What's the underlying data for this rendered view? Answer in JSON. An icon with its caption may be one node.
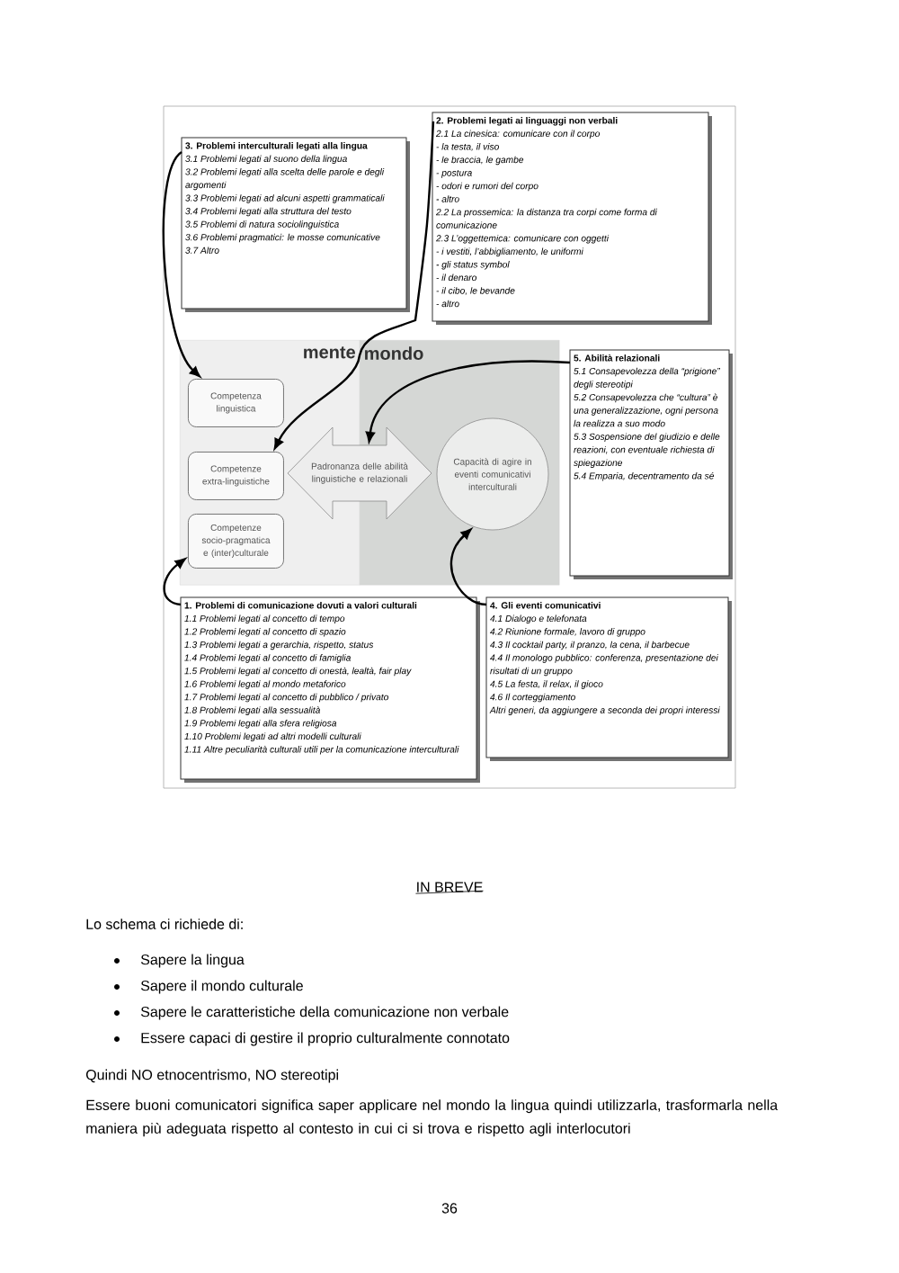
{
  "diagram": {
    "nodes": [
      {
        "text": [
          "3. Problemi interculturali legati alla lingua",
          "3.1 Problemi legati al suono della lingua",
          "3.2 Problemi legati alla scelta delle parole e degli argomenti",
          "3.3 Problemi legati ad alcuni aspetti grammaticali",
          "3.4 Problemi legati alla struttura del testo",
          "3.5 Problemi di natura sociolinguistica",
          "3.6 Problemi pragmatici: le mosse comunicative",
          "3.7 Altro"
        ]
      },
      {
        "text": [
          "2. Problemi legati ai linguaggi non verbali",
          "2.1 La cinesica: comunicare con il corpo",
          "- la testa, il viso",
          "- le braccia, le gambe",
          "- postura",
          "- odori e rumori del corpo",
          "- altro",
          "2.2 La prossemica: la distanza tra corpi come forma di comunicazione",
          "2.3 L’oggettemica: comunicare con oggetti",
          "- i vestiti, l’abbigliamento, le uniformi",
          "- gli status symbol",
          "- il denaro",
          "- il cibo, le bevande",
          "- altro"
        ]
      },
      {
        "text": [
          "mente"
        ]
      },
      {
        "text": [
          "mondo"
        ]
      },
      {
        "text": [
          "Competenza linguistica"
        ],
        "in": 2
      },
      {
        "text": [
          "Competenze extra-linguistiche"
        ],
        "in": 2
      },
      {
        "text": [
          "Competenze socio-pragmatica e (inter)culturale"
        ],
        "in": 2
      },
      {
        "text": [
          "Padronanza delle abilità linguistiche e relazionali"
        ]
      },
      {
        "text": [
          "Capacità di agire in eventi comunicativi interculturali"
        ],
        "in": 3
      },
      {
        "text": [
          "5. Abilità relazionali",
          "5.1 Consapevolezza della “prigione” degli stereotipi",
          "5.2 Consapevolezza che “cultura” è una generalizzazione, ogni persona la realizza a suo modo",
          "5.3 Sospensione del giudizio e delle reazioni, con eventuale richiesta di spiegazione",
          "5.4 Emparia, decentramento da sé"
        ]
      },
      {
        "text": [
          "1. Problemi di comunicazione dovuti a valori culturali",
          "1.1 Problemi legati al concetto di tempo",
          "1.2 Problemi legati al concetto di spazio",
          "1.3 Problemi legati a gerarchia, rispetto, status",
          "1.4 Problemi legati al concetto di famiglia",
          "1.5 Problemi legati al concetto di onestà, lealtà, fair play",
          "1.6 Problemi legati al mondo metaforico",
          "1.7 Problemi legati al concetto di pubblico / privato",
          "1.8 Problemi legati alla sessualità",
          "1.9 Problemi legati alla sfera religiosa",
          "1.10 Problemi legati ad altri modelli culturali",
          "1.11 Altre peculiarità culturali utili per la comunicazione interculturali"
        ]
      },
      {
        "text": [
          "4. Gli eventi comunicativi",
          "4.1 Dialogo e telefonata",
          "4.2 Riunione formale, lavoro di gruppo",
          "4.3 Il cocktail party, il pranzo, la cena, il barbecue",
          "4.4 Il monologo pubblico: conferenza, presentazione dei risultati di un gruppo",
          "4.5 La festa, il relax, il gioco",
          "4.6 Il corteggiamento",
          "Altri generi, da aggiungere a seconda dei propri interessi"
        ]
      }
    ],
    "edges": [
      {
        "from": 0,
        "to": 4,
        "arrow": "to"
      },
      {
        "from": 1,
        "to": 5,
        "arrow": "to"
      },
      {
        "from": 9,
        "to": 7,
        "arrow": "to"
      },
      {
        "from": 10,
        "to": 6,
        "arrow": "to"
      },
      {
        "from": 11,
        "to": 8,
        "arrow": "to"
      }
    ],
    "labels": [
      "IN BREVE",
      "Lo schema ci richiede di:",
      "Sapere la lingua",
      "Sapere il mondo culturale",
      "Sapere le caratteristiche della comunicazione non verbale",
      "Essere capaci di gestire il proprio culturalmente connotato",
      "Quindi NO etnocentrismo, NO stereotipi",
      "Essere buoni comunicatori significa saper applicare nel mondo la lingua quindi utilizzarla, trasformarla nella maniera più adeguata rispetto al contesto in cui ci si trova e rispetto agli interlocutori",
      "36"
    ]
  }
}
